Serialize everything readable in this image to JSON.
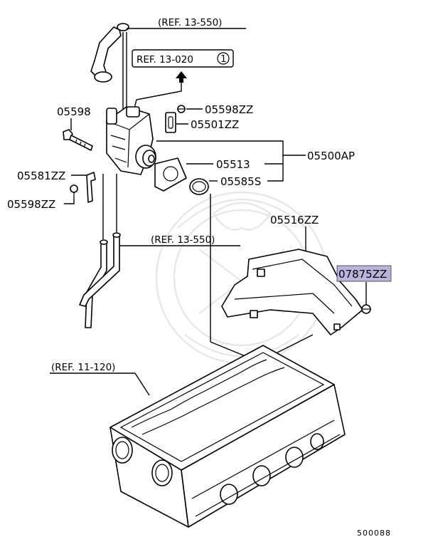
{
  "refs": {
    "top": "(REF. 13-550)",
    "boxed": "REF. 13-020",
    "boxed_circle": "1",
    "middle": "(REF. 13-550)",
    "bottom": "(REF. 11-120)"
  },
  "parts": {
    "p05598": "05598",
    "p05598zz_top": "05598ZZ",
    "p05501zz": "05501ZZ",
    "p05513": "05513",
    "p05500ap": "05500AP",
    "p05581zz": "05581ZZ",
    "p05585s": "05585S",
    "p05598zz_left": "05598ZZ",
    "p05516zz": "05516ZZ",
    "p07875zz": "07875ZZ"
  },
  "highlight_color": "#b9b4dc",
  "figure_code": "500088"
}
